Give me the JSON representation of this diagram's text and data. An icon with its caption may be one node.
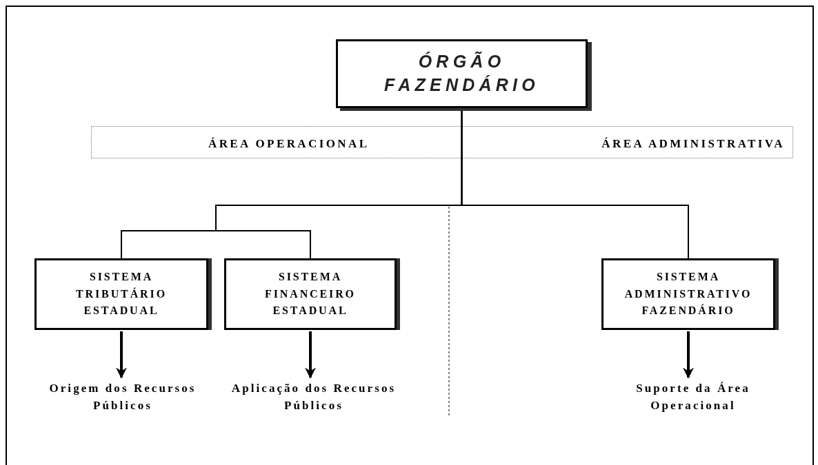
{
  "diagram": {
    "nodes": [
      {
        "text": [
          "ÓRGÃO FAZENDÁRIO"
        ]
      },
      {
        "text": [
          "SISTEMA TRIBUTÁRIO ESTADUAL"
        ]
      },
      {
        "text": [
          "SISTEMA FINANCEIRO ESTADUAL"
        ]
      },
      {
        "text": [
          "SISTEMA ADMINISTRATIVO FAZENDÁRIO"
        ]
      },
      {
        "text": [
          "Origem dos Recursos Públicos"
        ]
      },
      {
        "text": [
          "Aplicação dos Recursos Públicos"
        ]
      },
      {
        "text": [
          "Suporte da Área Operacional"
        ]
      }
    ],
    "edges": [
      {
        "from": 0,
        "to": 1,
        "arrow": "none"
      },
      {
        "from": 0,
        "to": 2,
        "arrow": "none"
      },
      {
        "from": 0,
        "to": 3,
        "arrow": "none"
      },
      {
        "from": 1,
        "to": 4,
        "arrow": "to",
        "style": "thick"
      },
      {
        "from": 2,
        "to": 5,
        "arrow": "to",
        "style": "thick"
      },
      {
        "from": 3,
        "to": 6,
        "arrow": "to",
        "style": "thick"
      }
    ],
    "labels": [
      "ÁREA OPERACIONAL",
      "ÁREA ADMINISTRATIVA"
    ]
  }
}
